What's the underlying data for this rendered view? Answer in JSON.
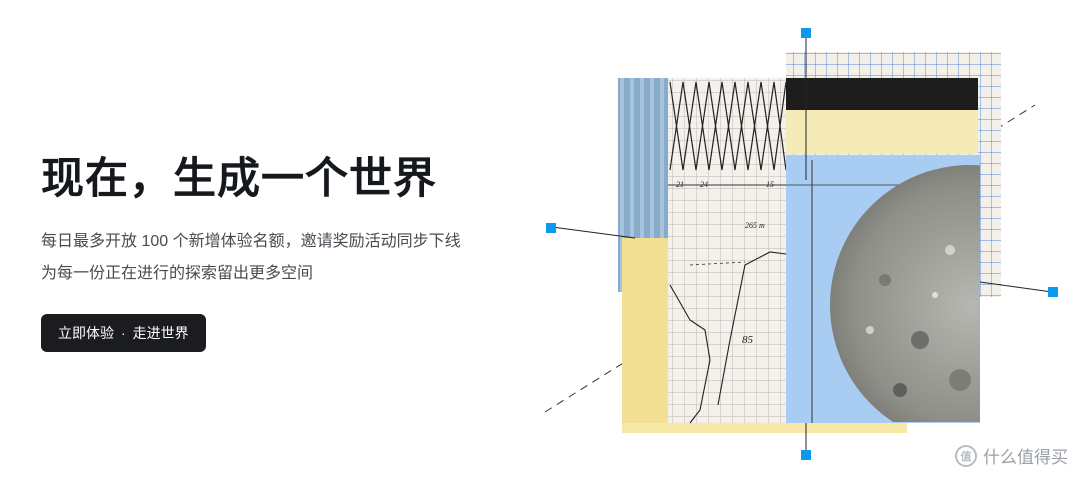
{
  "hero": {
    "title": "现在，生成一个世界",
    "subtitle_line1": "每日最多开放 100 个新增体验名额，邀请奖励活动同步下线",
    "subtitle_line2": "为每一份正在进行的探索留出更多空间",
    "cta_label_left": "立即体验",
    "cta_separator": "·",
    "cta_label_right": "走进世界"
  },
  "collage": {
    "labels": {
      "graph_a": "265 m",
      "graph_b": "85",
      "tick_21": "21",
      "tick_24": "24",
      "tick_15": "15"
    }
  },
  "watermark": {
    "text": "什么值得买",
    "mark": "值"
  },
  "colors": {
    "title": "#15181d",
    "body": "#474b52",
    "cta_bg": "#1b1c1f",
    "handle": "#0a9bf0",
    "paper_yellow": "#f7e8a8",
    "paper_blue": "#a9cdf2"
  }
}
